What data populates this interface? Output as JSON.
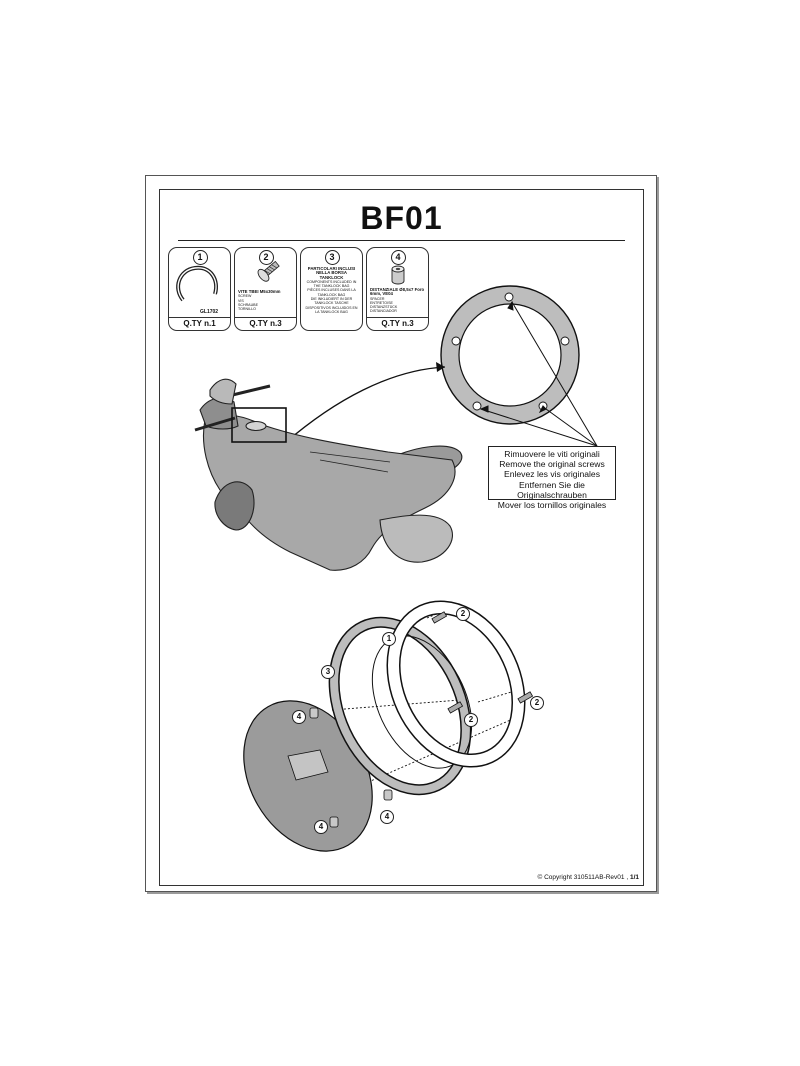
{
  "document": {
    "title": "BF01",
    "parts": [
      {
        "number": "1",
        "code": "GL1702",
        "description": "",
        "description_lines": [],
        "qty": "Q.TY n.1"
      },
      {
        "number": "2",
        "code": "",
        "description": "VITE TBEI M5x30mm",
        "description_lines": [
          "SCREW",
          "VIS",
          "SCHRAUBE",
          "TORNILLO"
        ],
        "qty": "Q.TY n.3"
      },
      {
        "number": "3",
        "code": "",
        "description": "PARTICOLARI INCLUSI NELLA BORSA TANKLOCK",
        "description_lines": [
          "COMPONENTS INCLUDED IN THE TANKLOCK BAG",
          "PIÈCES INCLUSES DANS LA TANKLOCK BAG",
          "DIE INKLUDIERT IN DER TANKLOCK TASCHE",
          "DISPOSITIVOS INCLUIDOS EN LA TANKLOCK BAG"
        ],
        "qty": ""
      },
      {
        "number": "4",
        "code": "",
        "description": "DISTANZIALE Ø8,5x7 Foro 6mm, VE04",
        "description_lines": [
          "SPACER",
          "ENTRETOISE",
          "DISTANZSTÜCK",
          "DISTANCIADOR"
        ],
        "qty": "Q.TY n.3"
      }
    ],
    "instruction_lines": [
      "Rimuovere le viti originali",
      "Remove the original screws",
      "Enlevez  les vis originales",
      "Entfernen Sie die Originalschrauben",
      "Mover los tornillos originales"
    ],
    "callout_numbers": [
      "2",
      "1",
      "3",
      "2",
      "2",
      "4",
      "4",
      "4"
    ],
    "copyright": "© Copyright 310511AB-Rev01 ,",
    "page_number": "1/1"
  }
}
